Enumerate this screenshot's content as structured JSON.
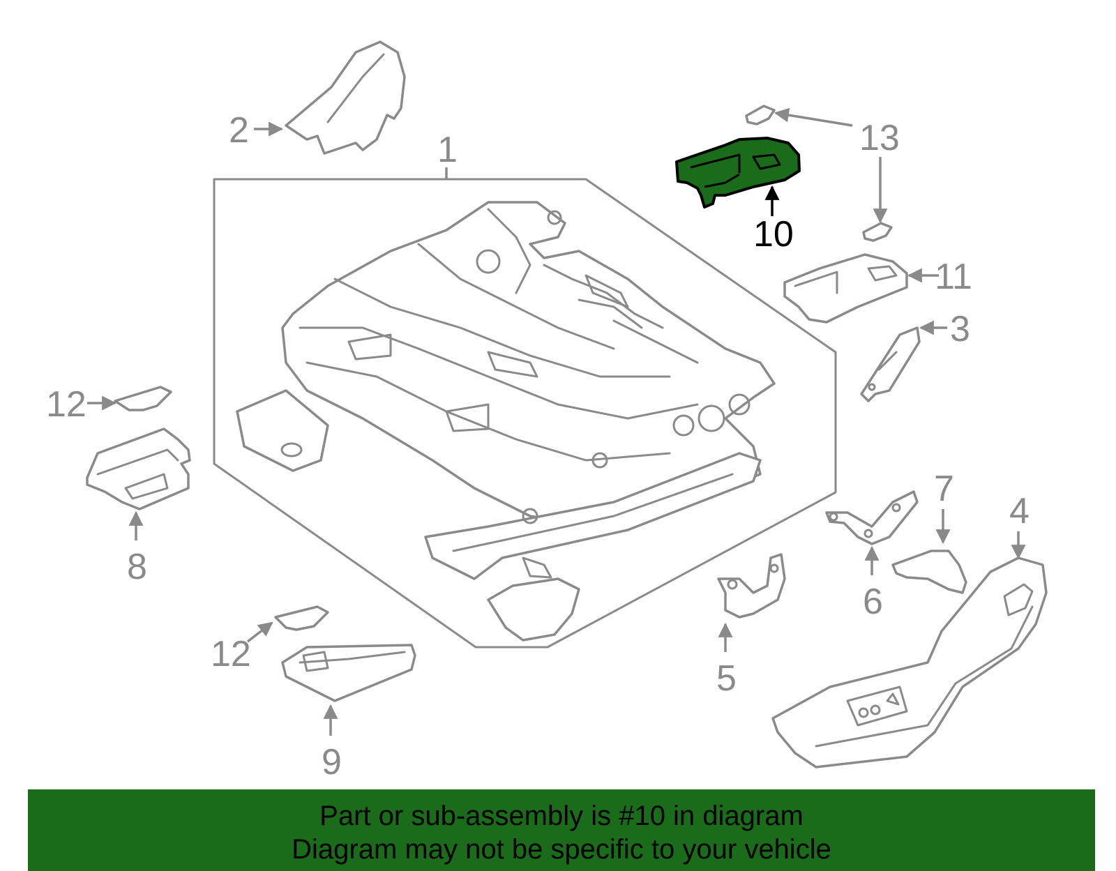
{
  "colors": {
    "highlight": "#1a6b1a",
    "outline": "#8a8a8a",
    "banner": "#1a6b1a"
  },
  "callouts": {
    "c1": "1",
    "c2": "2",
    "c3": "3",
    "c4": "4",
    "c5": "5",
    "c6": "6",
    "c7": "7",
    "c8": "8",
    "c9": "9",
    "c10": "10",
    "c11": "11",
    "c12a": "12",
    "c12b": "12",
    "c13": "13"
  },
  "banner": {
    "line1": "Part or sub-assembly is #10 in diagram",
    "line2": "Diagram may not be specific to your vehicle"
  }
}
